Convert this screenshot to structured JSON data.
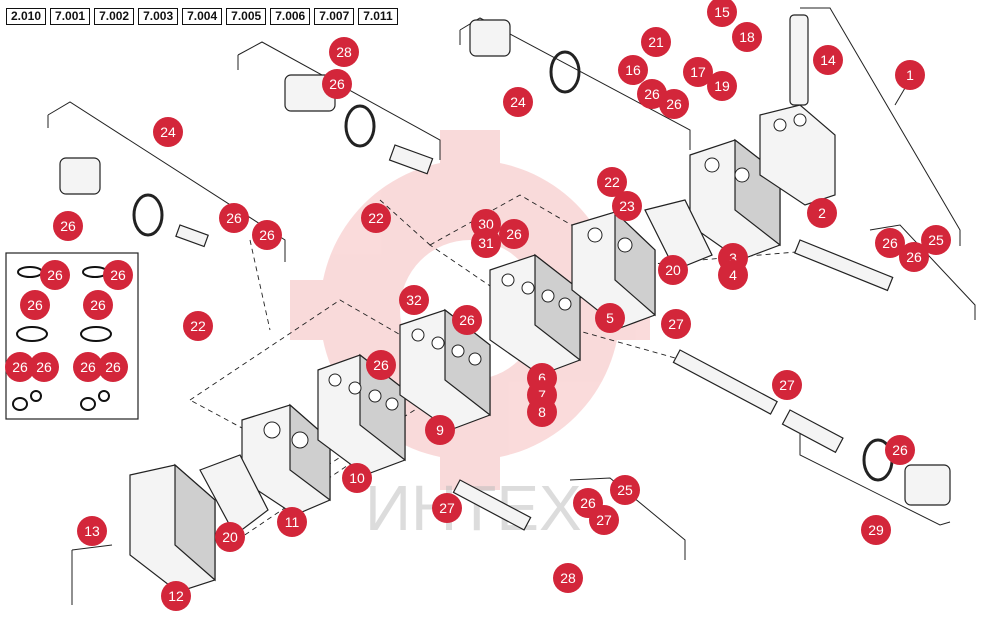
{
  "reference_tabs": [
    "2.010",
    "7.001",
    "7.002",
    "7.003",
    "7.004",
    "7.005",
    "7.006",
    "7.007",
    "7.011"
  ],
  "watermark_text": "ИНТЕХ",
  "colors": {
    "callout_fill": "#d3263a",
    "callout_text": "#ffffff",
    "watermark": "#e85a5a",
    "line": "#222222"
  },
  "callouts": [
    "1",
    "2",
    "3",
    "4",
    "5",
    "6",
    "7",
    "8",
    "9",
    "10",
    "11",
    "12",
    "13",
    "14",
    "15",
    "16",
    "17",
    "18",
    "19",
    "20",
    "20",
    "21",
    "22",
    "22",
    "22",
    "23",
    "24",
    "24",
    "25",
    "25",
    "26",
    "26",
    "26",
    "26",
    "26",
    "26",
    "26",
    "26",
    "26",
    "26",
    "26",
    "26",
    "26",
    "26",
    "26",
    "26",
    "26",
    "26",
    "26",
    "26",
    "26",
    "27",
    "27",
    "27",
    "27",
    "28",
    "28",
    "29",
    "30",
    "31",
    "32"
  ]
}
